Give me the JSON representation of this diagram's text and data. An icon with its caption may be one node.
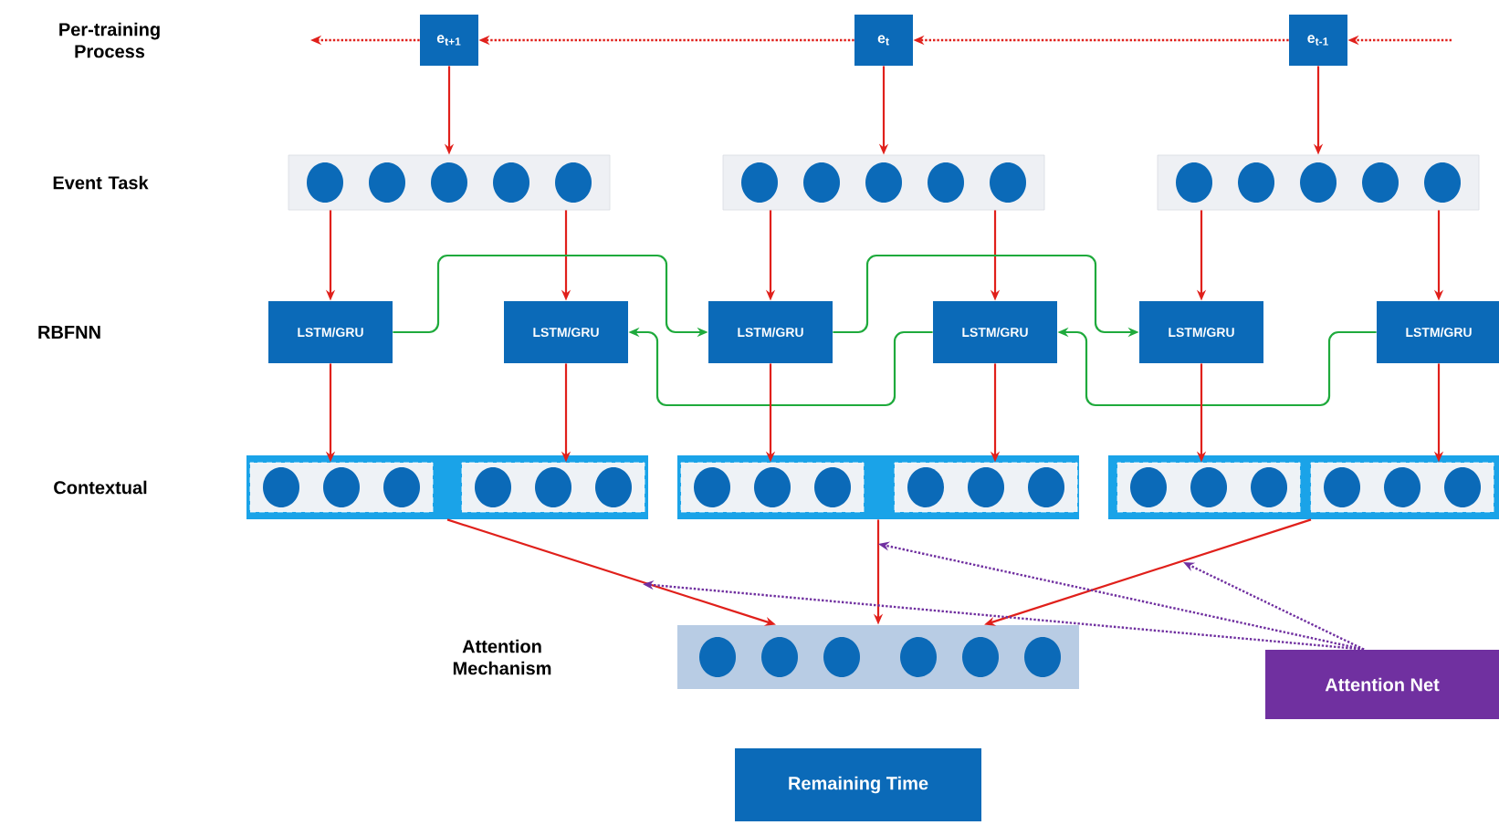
{
  "diagram": {
    "nodes": [
      {
        "text": [
          "e$_{t+1}$"
        ]
      },
      {
        "text": [
          "e$_{t}$"
        ]
      },
      {
        "text": [
          "e$_{t-1}$"
        ]
      },
      {
        "text": [],
        "shape": "box"
      },
      {
        "text": [],
        "shape": "box"
      },
      {
        "text": [],
        "shape": "box"
      },
      {
        "text": [
          "LSTM/GRU"
        ]
      },
      {
        "text": [
          "LSTM/GRU"
        ]
      },
      {
        "text": [
          "LSTM/GRU"
        ]
      },
      {
        "text": [
          "LSTM/GRU"
        ]
      },
      {
        "text": [
          "LSTM/GRU"
        ]
      },
      {
        "text": [
          "LSTM/GRU"
        ]
      },
      {
        "text": [],
        "shape": "box"
      },
      {
        "text": [],
        "shape": "box",
        "in": 12
      },
      {
        "text": [],
        "shape": "box",
        "in": 12
      },
      {
        "text": [],
        "shape": "box"
      },
      {
        "text": [],
        "shape": "box",
        "in": 15
      },
      {
        "text": [],
        "shape": "box",
        "in": 15
      },
      {
        "text": [],
        "shape": "box"
      },
      {
        "text": [],
        "shape": "box",
        "in": 18
      },
      {
        "text": [],
        "shape": "box",
        "in": 18
      },
      {
        "text": [],
        "shape": "box"
      },
      {
        "text": [
          "Attention Net"
        ]
      },
      {
        "text": [
          "Remaining Time"
        ]
      }
    ],
    "edges": [
      {
        "from": null,
        "to": 2,
        "arrow": "to",
        "style": "dashed"
      },
      {
        "from": 2,
        "to": 1,
        "arrow": "to",
        "style": "dashed"
      },
      {
        "from": 1,
        "to": 0,
        "arrow": "to",
        "style": "dashed"
      },
      {
        "from": 0,
        "to": null,
        "arrow": "to",
        "style": "dashed"
      },
      {
        "from": 0,
        "to": 3,
        "arrow": "to"
      },
      {
        "from": 1,
        "to": 4,
        "arrow": "to"
      },
      {
        "from": 2,
        "to": 5,
        "arrow": "to"
      },
      {
        "from": 3,
        "to": 6,
        "arrow": "to"
      },
      {
        "from": 3,
        "to": 7,
        "arrow": "to"
      },
      {
        "from": 4,
        "to": 8,
        "arrow": "to"
      },
      {
        "from": 4,
        "to": 9,
        "arrow": "to"
      },
      {
        "from": 5,
        "to": 10,
        "arrow": "to"
      },
      {
        "from": 5,
        "to": 11,
        "arrow": "to"
      },
      {
        "from": 6,
        "to": 8,
        "arrow": "to",
        "color": "#1faa3c"
      },
      {
        "from": 9,
        "to": 7,
        "arrow": "to",
        "color": "#1faa3c"
      },
      {
        "from": 8,
        "to": 10,
        "arrow": "to",
        "color": "#1faa3c"
      },
      {
        "from": 11,
        "to": 9,
        "arrow": "to",
        "color": "#1faa3c"
      },
      {
        "from": 6,
        "to": 13,
        "arrow": "to"
      },
      {
        "from": 7,
        "to": 14,
        "arrow": "to"
      },
      {
        "from": 8,
        "to": 16,
        "arrow": "to"
      },
      {
        "from": 9,
        "to": 17,
        "arrow": "to"
      },
      {
        "from": 10,
        "to": 19,
        "arrow": "to"
      },
      {
        "from": 11,
        "to": 20,
        "arrow": "to"
      },
      {
        "from": 12,
        "to": 21,
        "arrow": "to"
      },
      {
        "from": 15,
        "to": 21,
        "arrow": "to"
      },
      {
        "from": 18,
        "to": 21,
        "arrow": "to"
      },
      {
        "from": 22,
        "to": null,
        "arrow": "to",
        "style": "dashed",
        "color": "#7030a0"
      },
      {
        "from": 22,
        "to": null,
        "arrow": "to",
        "style": "dashed",
        "color": "#7030a0"
      },
      {
        "from": 22,
        "to": null,
        "arrow": "to",
        "style": "dashed",
        "color": "#7030a0"
      }
    ],
    "labels": [
      "Per-training Process",
      "Event Task",
      "RBFNN",
      "Contextual",
      "Attention Mechanism"
    ]
  }
}
